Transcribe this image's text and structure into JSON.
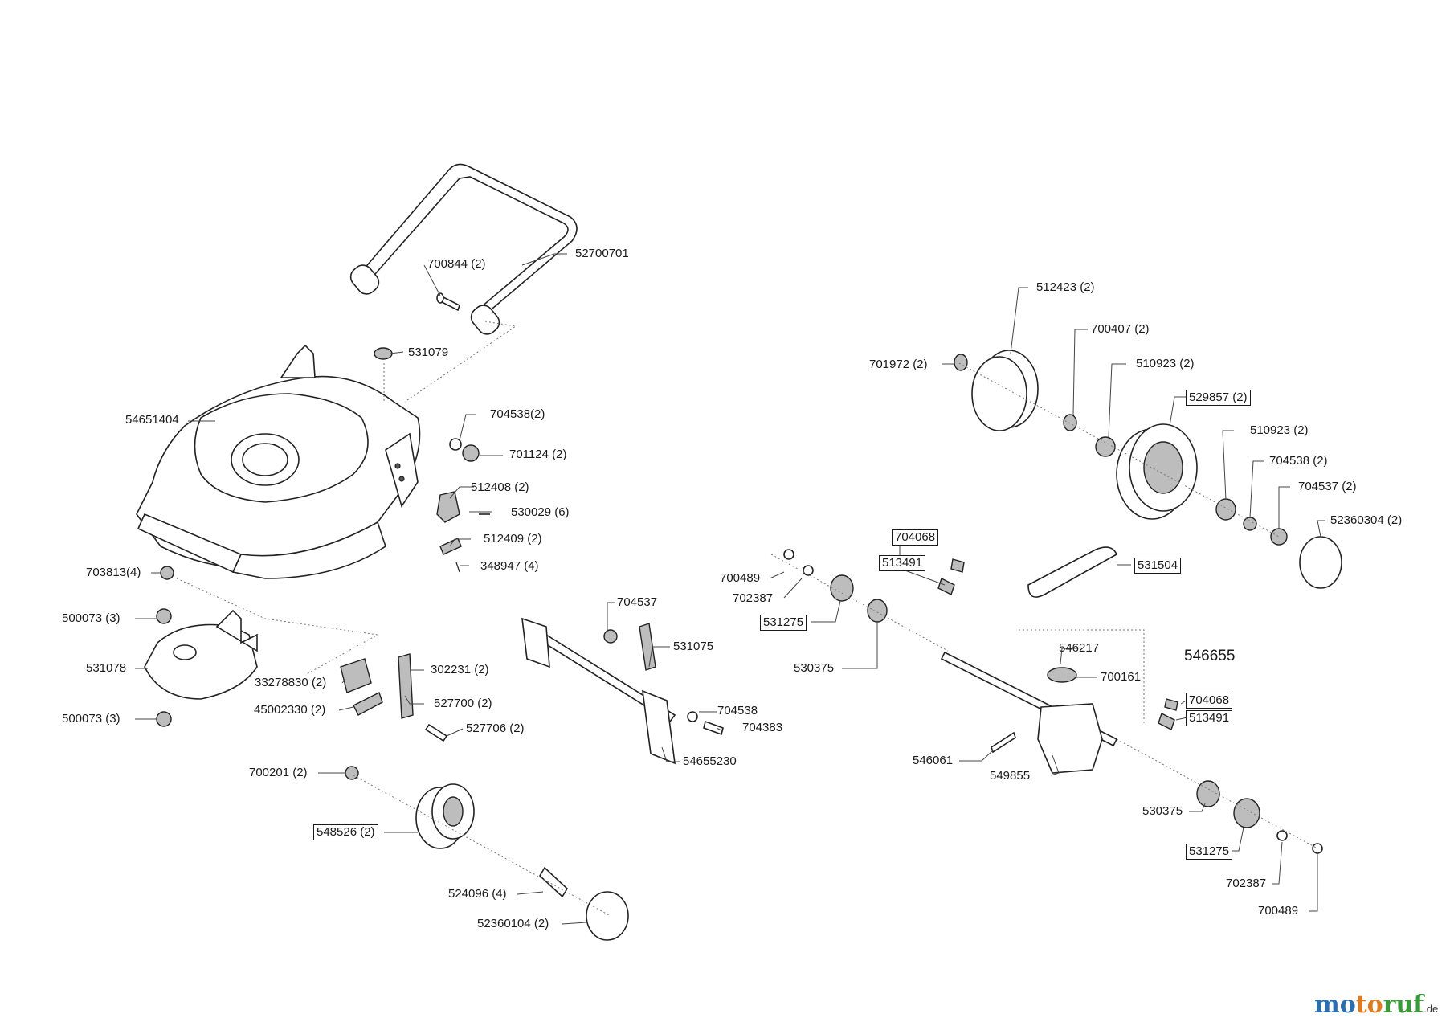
{
  "diagram": {
    "part_numbers": {
      "handle": "52700701",
      "handle_bolt": "700844 (2)",
      "grommet": "531079",
      "deck": "54651404",
      "washer_a": "704538(2)",
      "nut_a": "701124 (2)",
      "bracket_a": "512408 (2)",
      "screw_a": "530029 (6)",
      "bracket_b": "512409 (2)",
      "screw_b": "348947 (4)",
      "nut_deck": "703813(4)",
      "nut_top": "500073 (3)",
      "chute": "531078",
      "nut_bottom": "500073 (3)",
      "height_plate": "33278830 (2)",
      "height_clip": "45002330 (2)",
      "lever": "302231 (2)",
      "lever_spring": "527700 (2)",
      "lever_bolt": "527706 (2)",
      "bearing_front": "700201 (2)",
      "front_wheel": "548526 (2)",
      "wheel_bolt": "524096 (4)",
      "hub_cap_front": "52360104 (2)",
      "nut_axle": "704537",
      "axle_lever": "531075",
      "axle_washer": "704538",
      "axle_bolt": "704383",
      "front_axle": "54655230",
      "wheel_cover": "512423 (2)",
      "cover_washer": "701972 (2)",
      "bushing": "700407 (2)",
      "spacer_inner": "510923 (2)",
      "rear_wheel": "529857 (2)",
      "spacer_outer": "510923 (2)",
      "washer_rear": "704538 (2)",
      "nut_rear": "704537 (2)",
      "hub_cap_rear": "52360304 (2)",
      "key_left": "704068",
      "spring_left": "513491",
      "belt": "531504",
      "clip_left": "700489",
      "washer_left": "702387",
      "pinion_left": "531275",
      "clutch_left": "530375",
      "pulley": "546217",
      "drive_assembly": "546655",
      "pin": "700161",
      "key_right": "704068",
      "spring_right": "513491",
      "cable": "546061",
      "gearbox": "549855",
      "clutch_right": "530375",
      "pinion_right": "531275",
      "washer_right": "702387",
      "clip_right": "700489"
    },
    "logo": {
      "part1": "mo",
      "part2": "to",
      "part3": "ruf",
      "tld": ".de"
    }
  }
}
